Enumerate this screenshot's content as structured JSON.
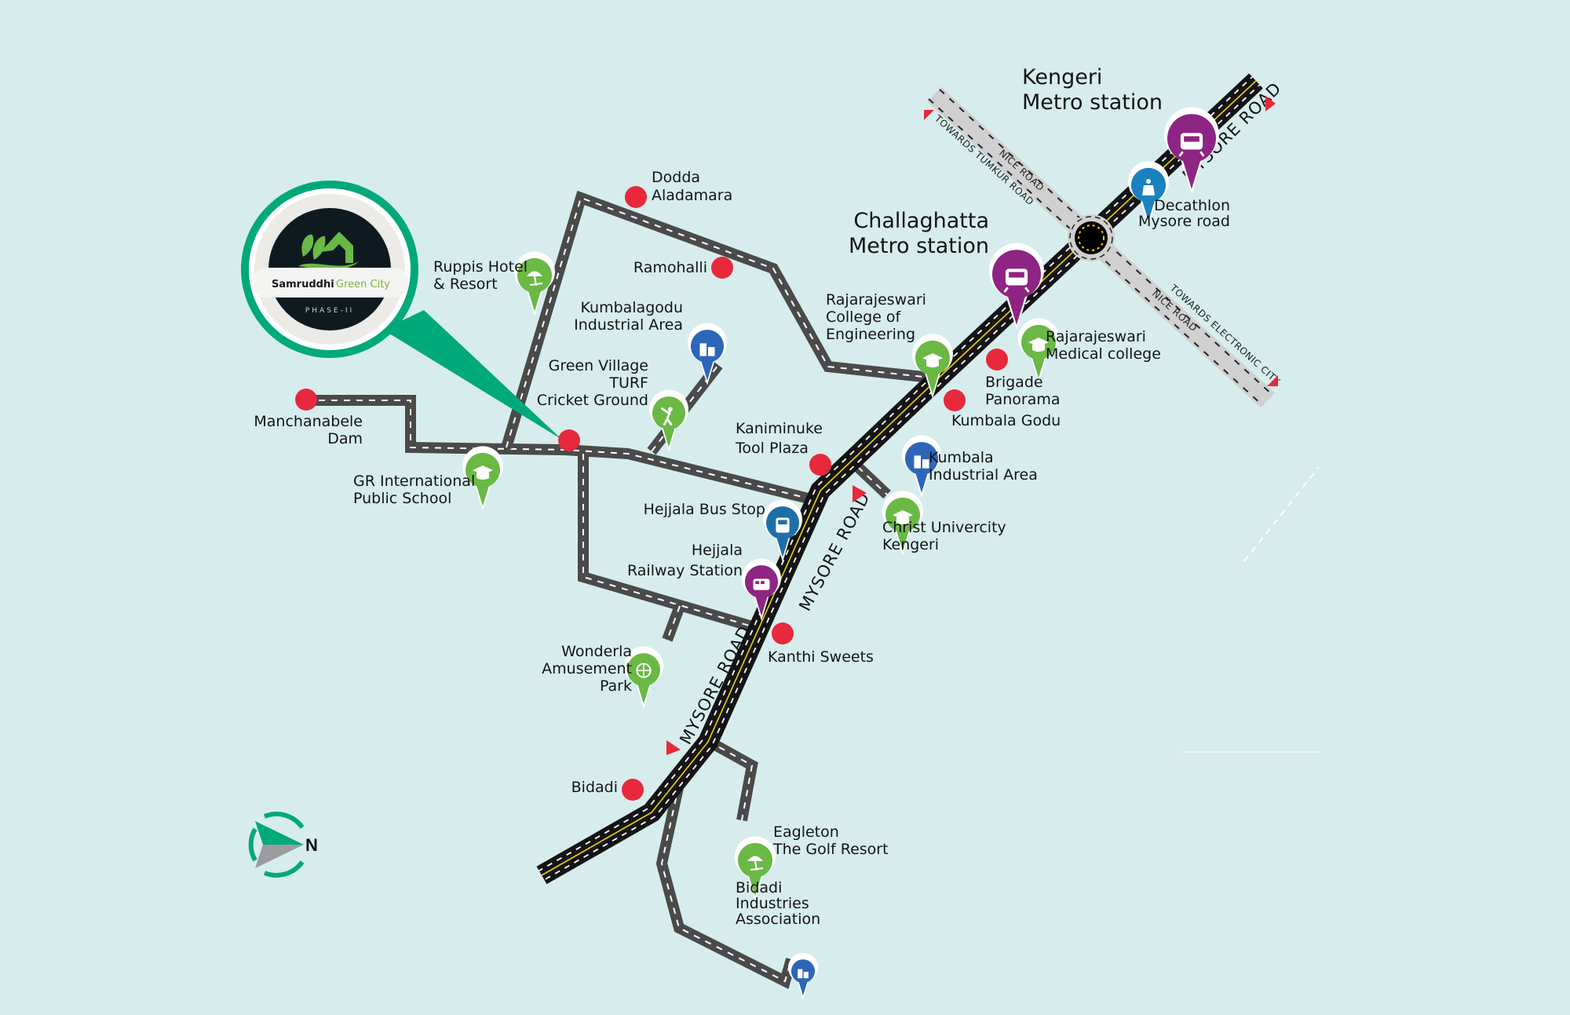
{
  "map": {
    "project": {
      "name_bold": "Samruddhi",
      "name_accent": "Green City",
      "phase": "PHASE-II"
    },
    "colors": {
      "background": "#d6eded",
      "brand_green": "#00a97a",
      "red_marker": "#e8283c",
      "pin_green": "#6ab945",
      "pin_purple": "#8e2483",
      "pin_blue": "#2d66b8",
      "pin_cyan": "#1b82c0",
      "minor_road": "#4a4a4a",
      "highway": "#141414",
      "ring_road": "#d0d0d0"
    },
    "roads": {
      "mysore_road_label": "MYSORE ROAD",
      "nice_road_label": "NICE ROAD",
      "towards_tumkur": "TOWARDS TUMKUR ROAD",
      "towards_electronic_city": "TOWARDS ELECTRONIC CITY"
    },
    "compass": {
      "label": "N"
    },
    "places": {
      "kengeri_metro": {
        "lines": [
          "Kengeri",
          "Metro station"
        ],
        "icon": "metro-train-icon",
        "category": "metro"
      },
      "challaghatta_metro": {
        "lines": [
          "Challaghatta",
          "Metro station"
        ],
        "icon": "metro-train-icon",
        "category": "metro"
      },
      "decathlon": {
        "lines": [
          "Decathlon",
          "Mysore road"
        ],
        "icon": "shopping-icon",
        "category": "shopping"
      },
      "rr_engineering": {
        "lines": [
          "Rajarajeswari",
          "College of",
          "Engineering"
        ],
        "icon": "graduation-cap-icon",
        "category": "education"
      },
      "rr_medical": {
        "lines": [
          "Rajarajeswari",
          "Medical college"
        ],
        "icon": "graduation-cap-icon",
        "category": "education"
      },
      "brigade_panorama": {
        "lines": [
          "Brigade",
          "Panorama"
        ],
        "category": "landmark"
      },
      "kumbala_godu": {
        "lines": [
          "Kumbala Godu"
        ],
        "category": "landmark"
      },
      "kumbala_industrial": {
        "lines": [
          "Kumbala",
          "Industrial Area"
        ],
        "icon": "industry-icon",
        "category": "industry"
      },
      "kaniminuke": {
        "lines": [
          "Kaniminuke",
          "Tool Plaza"
        ],
        "category": "landmark"
      },
      "christ_university": {
        "lines": [
          "Christ Univercity",
          "Kengeri"
        ],
        "icon": "graduation-cap-icon",
        "category": "education"
      },
      "hejjala_bus": {
        "lines": [
          "Hejjala Bus Stop"
        ],
        "icon": "bus-icon",
        "category": "transit"
      },
      "hejjala_rail": {
        "lines": [
          "Hejjala",
          "Railway Station"
        ],
        "icon": "train-icon",
        "category": "transit"
      },
      "kanthi_sweets": {
        "lines": [
          "Kanthi Sweets"
        ],
        "category": "landmark"
      },
      "wonderla": {
        "lines": [
          "Wonderla",
          "Amusement",
          "Park"
        ],
        "icon": "ferris-wheel-icon",
        "category": "leisure"
      },
      "bidadi": {
        "lines": [
          "Bidadi"
        ],
        "category": "landmark"
      },
      "eagleton": {
        "lines": [
          "Eagleton",
          "The Golf Resort"
        ],
        "icon": "beach-umbrella-icon",
        "category": "leisure"
      },
      "bidadi_industries": {
        "lines": [
          "Bidadi",
          "Industries",
          "Association"
        ],
        "icon": "industry-icon",
        "category": "industry"
      },
      "dodda_aladamara": {
        "lines": [
          "Dodda",
          "Aladamara"
        ],
        "category": "landmark"
      },
      "ramohalli": {
        "lines": [
          "Ramohalli"
        ],
        "category": "landmark"
      },
      "kumbalagodu_industrial": {
        "lines": [
          "Kumbalagodu",
          "Industrial Area"
        ],
        "icon": "industry-icon",
        "category": "industry"
      },
      "green_village": {
        "lines": [
          "Green Village",
          "TURF",
          "Cricket Ground"
        ],
        "icon": "cricket-icon",
        "category": "leisure"
      },
      "ruppis": {
        "lines": [
          "Ruppis Hotel",
          "& Resort"
        ],
        "icon": "beach-umbrella-icon",
        "category": "leisure"
      },
      "manchanabele": {
        "lines": [
          "Manchanabele",
          "Dam"
        ],
        "category": "landmark"
      },
      "gr_school": {
        "lines": [
          "GR International",
          "Public School"
        ],
        "icon": "graduation-cap-icon",
        "category": "education"
      }
    }
  }
}
